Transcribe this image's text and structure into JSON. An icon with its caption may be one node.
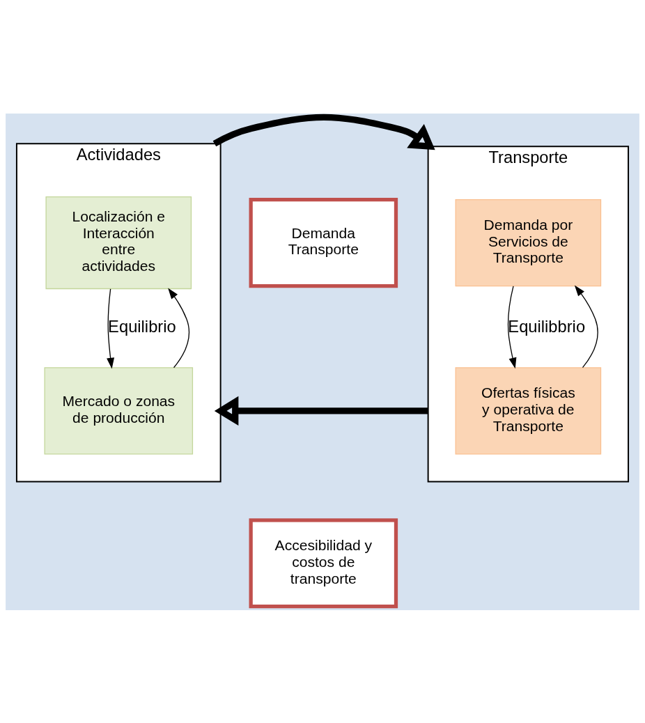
{
  "diagram": {
    "nodes": [
      {
        "text": [
          "Actividades"
        ]
      },
      {
        "text": [
          "Localización e Interacción entre actividades"
        ],
        "in": 0
      },
      {
        "text": [
          "Mercado o zonas de producción"
        ],
        "in": 0
      },
      {
        "text": [
          "Transporte"
        ]
      },
      {
        "text": [
          "Demanda por Servicios de Transporte"
        ],
        "in": 3
      },
      {
        "text": [
          "Ofertas físicas y operativa de Transporte"
        ],
        "in": 3
      },
      {
        "text": [
          "Demanda Transporte"
        ]
      },
      {
        "text": [
          "Accesibilidad y costos de transporte"
        ]
      }
    ],
    "edges": [
      {
        "from": 1,
        "to": 2,
        "arrow": "to",
        "label": "Equilibrio"
      },
      {
        "from": 2,
        "to": 1,
        "arrow": "to"
      },
      {
        "from": 4,
        "to": 5,
        "arrow": "to",
        "label": "Equilibbrio"
      },
      {
        "from": 5,
        "to": 4,
        "arrow": "to"
      },
      {
        "from": 0,
        "to": 3,
        "arrow": "to",
        "style": "thick"
      },
      {
        "from": 3,
        "to": 0,
        "arrow": "to",
        "style": "thick"
      }
    ]
  }
}
